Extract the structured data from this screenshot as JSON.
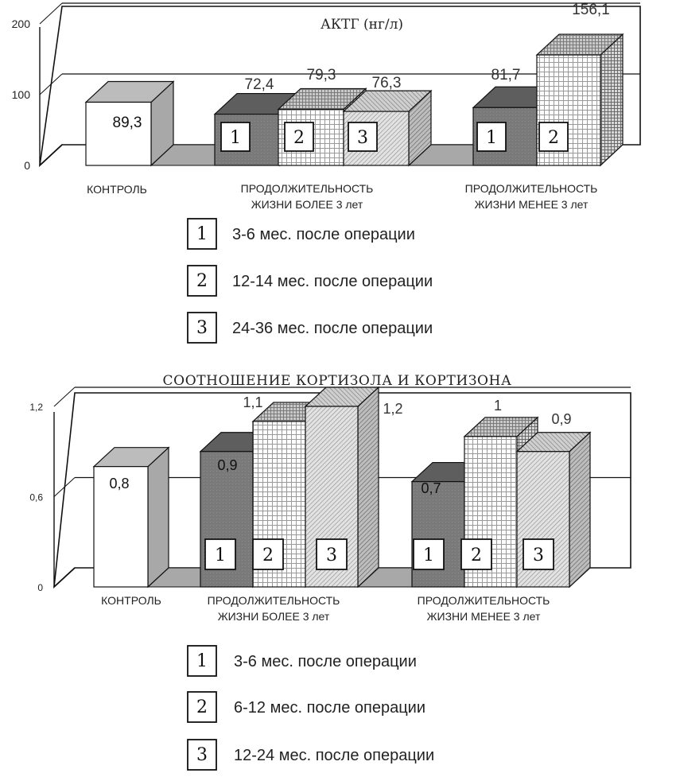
{
  "chart_data": [
    {
      "type": "bar",
      "title": "АКТГ (нг/л)",
      "ylim": [
        0,
        200
      ],
      "yticks": [
        "0",
        "100",
        "200"
      ],
      "grid": true,
      "groups": [
        {
          "label": [
            "КОНТРОЛЬ"
          ],
          "bars": [
            {
              "series": "control",
              "value": 89.3,
              "label": "89,3"
            }
          ]
        },
        {
          "label": [
            "ПРОДОЛЖИТЕЛЬНОСТЬ",
            "ЖИЗНИ БОЛЕЕ 3 лет"
          ],
          "bars": [
            {
              "series": "1",
              "value": 72.4,
              "label": "72,4"
            },
            {
              "series": "2",
              "value": 79.3,
              "label": "79,3"
            },
            {
              "series": "3",
              "value": 76.3,
              "label": "76,3"
            }
          ]
        },
        {
          "label": [
            "ПРОДОЛЖИТЕЛЬНОСТЬ",
            "ЖИЗНИ МЕНЕЕ 3 лет"
          ],
          "bars": [
            {
              "series": "1",
              "value": 81.7,
              "label": "81,7"
            },
            {
              "series": "2",
              "value": 156.1,
              "label": "156,1"
            }
          ]
        }
      ],
      "legend": [
        {
          "key": "1",
          "text": "3-6 мес. после операции"
        },
        {
          "key": "2",
          "text": "12-14 мес. после операции"
        },
        {
          "key": "3",
          "text": "24-36 мес. после операции"
        }
      ]
    },
    {
      "type": "bar",
      "title": "СООТНОШЕНИЕ КОРТИЗОЛА И КОРТИЗОНА",
      "ylim": [
        0,
        1.2
      ],
      "yticks": [
        "0",
        "0,6",
        "1,2"
      ],
      "grid": true,
      "groups": [
        {
          "label": [
            "КОНТРОЛЬ"
          ],
          "bars": [
            {
              "series": "control",
              "value": 0.8,
              "label": "0,8"
            }
          ]
        },
        {
          "label": [
            "ПРОДОЛЖИТЕЛЬНОСТЬ",
            "ЖИЗНИ БОЛЕЕ 3 лет"
          ],
          "bars": [
            {
              "series": "1",
              "value": 0.9,
              "label": "0,9"
            },
            {
              "series": "2",
              "value": 1.1,
              "label": "1,1"
            },
            {
              "series": "3",
              "value": 1.2,
              "label": "1,2"
            }
          ]
        },
        {
          "label": [
            "ПРОДОЛЖИТЕЛЬНОСТЬ",
            "ЖИЗНИ МЕНЕЕ 3 лет"
          ],
          "bars": [
            {
              "series": "1",
              "value": 0.7,
              "label": "0,7"
            },
            {
              "series": "2",
              "value": 1.0,
              "label": "1"
            },
            {
              "series": "3",
              "value": 0.9,
              "label": "0,9"
            }
          ]
        }
      ],
      "legend": [
        {
          "key": "1",
          "text": "3-6 мес. после операции"
        },
        {
          "key": "2",
          "text": "6-12 мес. после операции"
        },
        {
          "key": "3",
          "text": "12-24 мес. после операции"
        }
      ]
    }
  ]
}
